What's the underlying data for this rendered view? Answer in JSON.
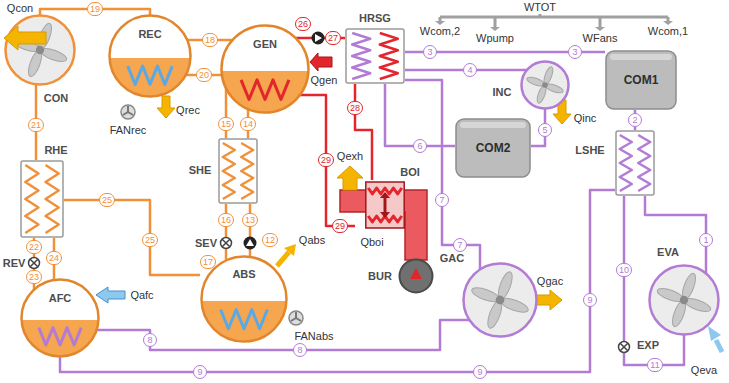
{
  "diagram": {
    "nodes": [
      {
        "text": [
          "CON"
        ]
      },
      {
        "text": [
          "REC"
        ]
      },
      {
        "text": [
          "GEN"
        ]
      },
      {
        "text": [
          "HRSG"
        ]
      },
      {
        "text": [
          "COM1"
        ]
      },
      {
        "text": [
          "COM2"
        ]
      },
      {
        "text": [
          "INC"
        ]
      },
      {
        "text": [
          "LSHE"
        ]
      },
      {
        "text": [
          "RHE"
        ]
      },
      {
        "text": [
          "SHE"
        ]
      },
      {
        "text": [
          "BOI"
        ]
      },
      {
        "text": [
          "BUR"
        ]
      },
      {
        "text": [
          "AFC"
        ]
      },
      {
        "text": [
          "ABS"
        ]
      },
      {
        "text": [
          "GAC"
        ]
      },
      {
        "text": [
          "EVA"
        ]
      },
      {
        "text": [
          "REV"
        ]
      },
      {
        "text": [
          "SEV"
        ]
      },
      {
        "text": [
          "EXP"
        ]
      }
    ],
    "edges": [
      {
        "from": 15,
        "to": 7,
        "arrow": "none",
        "label": "1"
      },
      {
        "from": 7,
        "to": 4,
        "arrow": "none",
        "label": "2"
      },
      {
        "from": 4,
        "to": 3,
        "arrow": "none",
        "label": "3"
      },
      {
        "from": 3,
        "to": 6,
        "arrow": "none",
        "label": "4"
      },
      {
        "from": 6,
        "to": 5,
        "arrow": "none",
        "label": "5"
      },
      {
        "from": 5,
        "to": 3,
        "arrow": "none",
        "label": "6"
      },
      {
        "from": 3,
        "to": 14,
        "arrow": "none",
        "label": "7"
      },
      {
        "from": 14,
        "to": 12,
        "arrow": "none",
        "label": "8"
      },
      {
        "from": 12,
        "to": 7,
        "arrow": "none",
        "label": "9"
      },
      {
        "from": 7,
        "to": 18,
        "arrow": "none",
        "label": "10"
      },
      {
        "from": 18,
        "to": 15,
        "arrow": "none",
        "label": "11"
      },
      {
        "from": 13,
        "to": 9,
        "arrow": "none",
        "label": "13"
      },
      {
        "from": 9,
        "to": 2,
        "arrow": "none",
        "label": "14"
      },
      {
        "from": 2,
        "to": 9,
        "arrow": "none",
        "label": "15"
      },
      {
        "from": 9,
        "to": 17,
        "arrow": "none",
        "label": "16"
      },
      {
        "from": 17,
        "to": 13,
        "arrow": "none",
        "label": "17"
      },
      {
        "from": 2,
        "to": 1,
        "arrow": "none",
        "label": "18"
      },
      {
        "from": 1,
        "to": 0,
        "arrow": "none",
        "label": "19"
      },
      {
        "from": 1,
        "to": 2,
        "arrow": "none",
        "label": "20"
      },
      {
        "from": 0,
        "to": 8,
        "arrow": "none",
        "label": "21"
      },
      {
        "from": 8,
        "to": 16,
        "arrow": "none",
        "label": "22"
      },
      {
        "from": 16,
        "to": 12,
        "arrow": "none",
        "label": "23"
      },
      {
        "from": 12,
        "to": 8,
        "arrow": "none",
        "label": "24"
      },
      {
        "from": 8,
        "to": 13,
        "arrow": "none",
        "label": "25"
      },
      {
        "from": 2,
        "to": 3,
        "arrow": "none",
        "label": "27"
      },
      {
        "from": 3,
        "to": 10,
        "arrow": "none",
        "label": "28"
      },
      {
        "from": 10,
        "to": 2,
        "arrow": "none",
        "label": "29"
      }
    ],
    "labels": [
      "3",
      "7",
      "8",
      "9",
      "9",
      "12",
      "26",
      "29",
      "25",
      "Qcon",
      "FANrec",
      "Qrec",
      "Qgen",
      "Qexh",
      "Qboi",
      "Qabs",
      "FANabs",
      "Qafc",
      "Qgac",
      "Qeva",
      "Qinc",
      "Wcom,2",
      "WTOT",
      "Wpump",
      "WFans",
      "Wcom,1"
    ]
  }
}
